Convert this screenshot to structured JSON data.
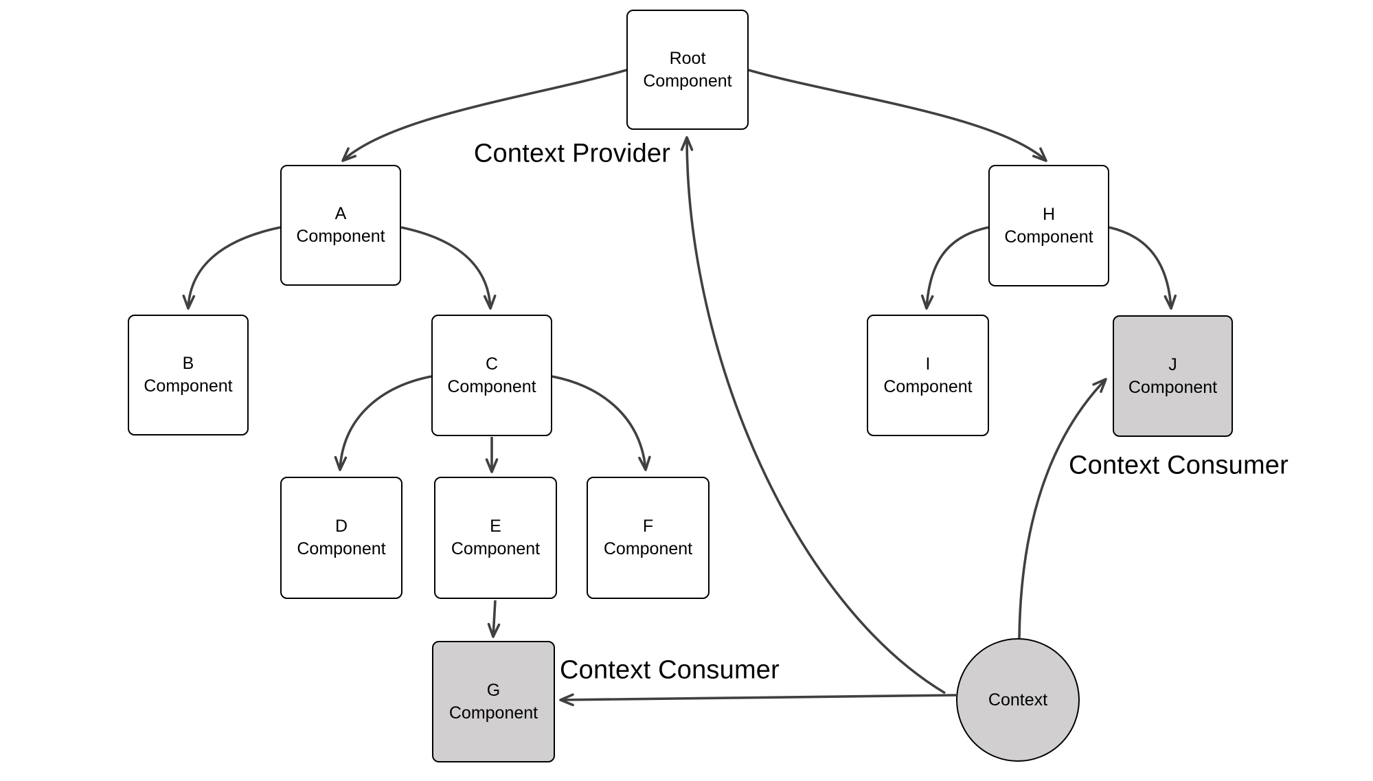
{
  "labels": {
    "context_provider": "Context Provider",
    "context_consumer_bottom": "Context Consumer",
    "context_consumer_right": "Context Consumer"
  },
  "nodes": {
    "root": {
      "title": "Root",
      "subtitle": "Component",
      "role": "context-provider"
    },
    "a": {
      "title": "A",
      "subtitle": "Component"
    },
    "b": {
      "title": "B",
      "subtitle": "Component"
    },
    "c": {
      "title": "C",
      "subtitle": "Component"
    },
    "d": {
      "title": "D",
      "subtitle": "Component"
    },
    "e": {
      "title": "E",
      "subtitle": "Component"
    },
    "f": {
      "title": "F",
      "subtitle": "Component"
    },
    "g": {
      "title": "G",
      "subtitle": "Component",
      "role": "context-consumer"
    },
    "h": {
      "title": "H",
      "subtitle": "Component"
    },
    "i": {
      "title": "I",
      "subtitle": "Component"
    },
    "j": {
      "title": "J",
      "subtitle": "Component",
      "role": "context-consumer"
    },
    "context": {
      "title": "Context",
      "role": "context-object"
    }
  },
  "edges": [
    {
      "from": "root",
      "to": "a"
    },
    {
      "from": "root",
      "to": "h"
    },
    {
      "from": "a",
      "to": "b"
    },
    {
      "from": "a",
      "to": "c"
    },
    {
      "from": "c",
      "to": "d"
    },
    {
      "from": "c",
      "to": "e"
    },
    {
      "from": "c",
      "to": "f"
    },
    {
      "from": "e",
      "to": "g"
    },
    {
      "from": "h",
      "to": "i"
    },
    {
      "from": "h",
      "to": "j"
    },
    {
      "from": "context",
      "to": "root"
    },
    {
      "from": "context",
      "to": "g"
    },
    {
      "from": "context",
      "to": "j"
    }
  ],
  "colors": {
    "node_fill": "#ffffff",
    "consumer_fill": "#d1cfcf",
    "node_border": "#000000",
    "arrow": "#404040",
    "text": "#000000"
  }
}
